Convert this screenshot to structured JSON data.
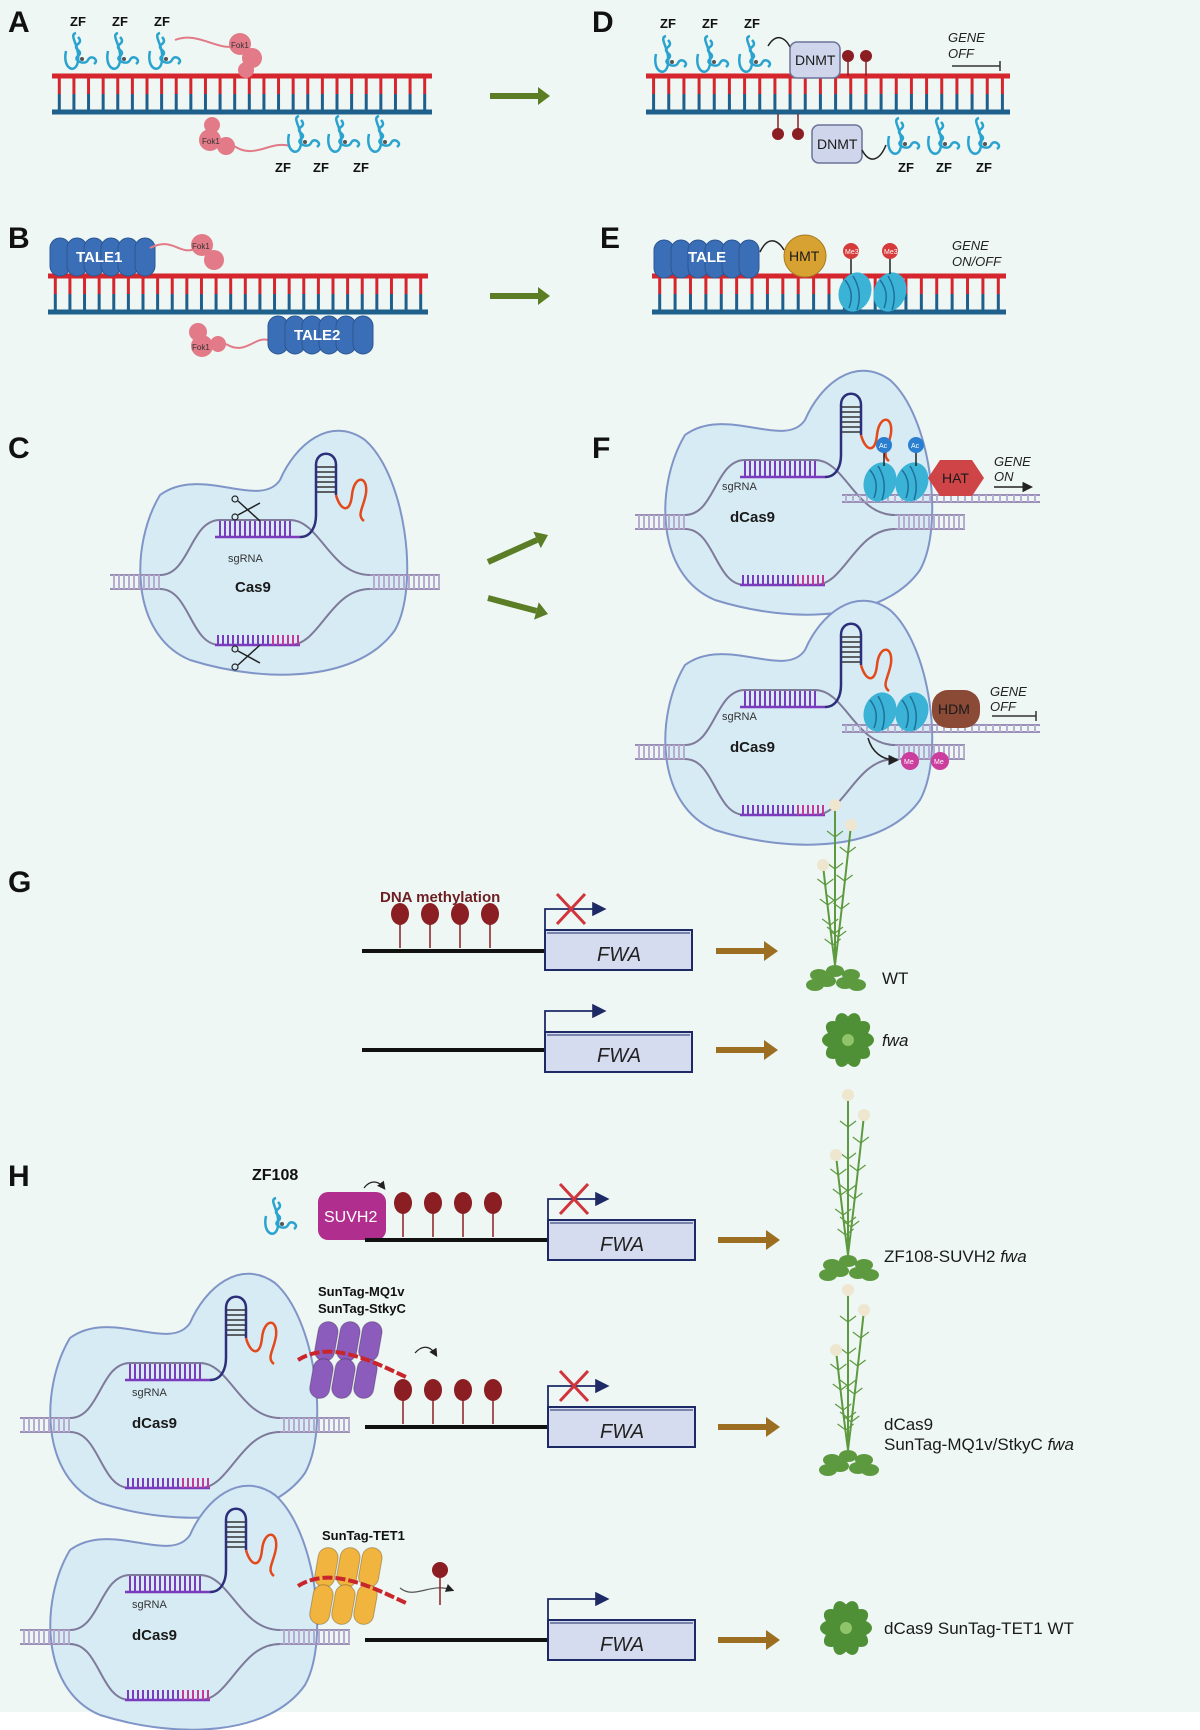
{
  "panels": {
    "A": {
      "letter": "A",
      "zf_labels": [
        "ZF",
        "ZF",
        "ZF",
        "ZF",
        "ZF",
        "ZF"
      ],
      "nuclease": "Fok1"
    },
    "B": {
      "letter": "B",
      "tale1": "TALE1",
      "tale2": "TALE2",
      "nuclease": "Fok1"
    },
    "C": {
      "letter": "C",
      "enzyme": "Cas9",
      "guide": "sgRNA"
    },
    "D": {
      "letter": "D",
      "zf_labels": [
        "ZF",
        "ZF",
        "ZF",
        "ZF",
        "ZF",
        "ZF"
      ],
      "effector": "DNMT",
      "gene_state_line1": "GENE",
      "gene_state_line2": "OFF"
    },
    "E": {
      "letter": "E",
      "binder": "TALE",
      "effector": "HMT",
      "mark": "Me3",
      "gene_state_line1": "GENE",
      "gene_state_line2": "ON/OFF"
    },
    "F": {
      "letter": "F",
      "top": {
        "enzyme": "dCas9",
        "guide": "sgRNA",
        "effector": "HAT",
        "mark": "Ac",
        "gene_state_line1": "GENE",
        "gene_state_line2": "ON"
      },
      "bottom": {
        "enzyme": "dCas9",
        "guide": "sgRNA",
        "effector": "HDM",
        "mark": "Me",
        "gene_state_line1": "GENE",
        "gene_state_line2": "OFF"
      }
    },
    "G": {
      "letter": "G",
      "methylation_label": "DNA methylation",
      "gene": "FWA",
      "rows": [
        {
          "methylated": true,
          "transcription_blocked": true,
          "phenotype": "WT",
          "phenotype_italic": false
        },
        {
          "methylated": false,
          "transcription_blocked": false,
          "phenotype": "fwa",
          "phenotype_italic": true
        }
      ]
    },
    "H": {
      "letter": "H",
      "gene": "FWA",
      "rows": [
        {
          "tool_label": "ZF108",
          "effector": "SUVH2",
          "plant_label_prefix": "ZF108-SUVH2 ",
          "plant_label_italic": "fwa"
        },
        {
          "tool_label_line1": "SunTag-MQ1v",
          "tool_label_line2": "SunTag-StkyC",
          "enzyme": "dCas9",
          "guide": "sgRNA",
          "plant_label_line1": "dCas9",
          "plant_label_prefix": "SunTag-MQ1v/StkyC ",
          "plant_label_italic": "fwa"
        },
        {
          "tool_label": "SunTag-TET1",
          "enzyme": "dCas9",
          "guide": "sgRNA",
          "plant_label": "dCas9 SunTag-TET1 WT"
        }
      ]
    }
  },
  "colors": {
    "background": "#eef7f4",
    "dna_top": "#d6262d",
    "dna_bottom": "#1f5f8b",
    "zf": "#2aa3cf",
    "fok1": "#e27a88",
    "tale": "#3a6fb8",
    "dnmt": "#cfd6ec",
    "hmt": "#d8a233",
    "nucleosome": "#3bb3d6",
    "me3": "#d63a3a",
    "ac": "#2b7fd0",
    "hat": "#cf4446",
    "hdm": "#8a4a36",
    "me": "#cc3e9e",
    "methyl_lollipop": "#8a1e22",
    "cas_body": "#d7ebf5",
    "cas_outline": "#8095c7",
    "sgrna": "#7a3bbd",
    "fwa_box": "#d6dcef",
    "fwa_outline": "#1d2a66",
    "green_arrow": "#5a7d25",
    "brown_arrow": "#9c6e22",
    "block_x": "#d1343b",
    "suvh2": "#b02f8e",
    "suntag_mq1": "#8c5cbd",
    "suntag_tet1": "#f0b43f",
    "plant_green": "#5d9a3f"
  }
}
